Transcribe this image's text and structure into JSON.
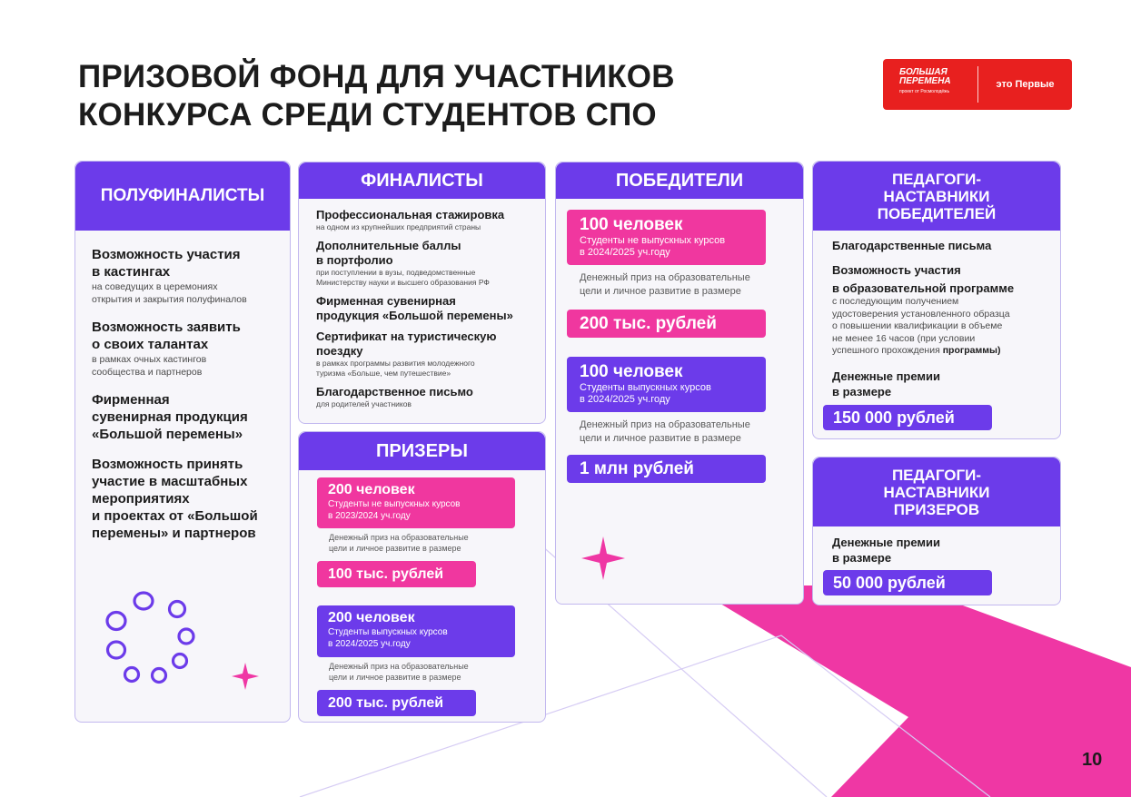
{
  "title": {
    "line1": "ПРИЗОВОЙ ФОНД ДЛЯ УЧАСТНИКОВ",
    "line2": "КОНКУРСА СРЕДИ СТУДЕНТОВ СПО"
  },
  "logo": {
    "name": "Большая перемена",
    "sub": "проект от Росмолодёжь",
    "tagline": "это Первые"
  },
  "colors": {
    "violet": "#6c3bea",
    "pink": "#f0379f",
    "brand_red": "#e8201f"
  },
  "semifinalists": {
    "header": "ПОЛУФИНАЛИСТЫ",
    "items": [
      {
        "title_lines": [
          "Возможность участия",
          "в кастингах"
        ],
        "sub_lines": [
          "на соведущих в церемониях",
          "открытия и закрытия полуфиналов"
        ]
      },
      {
        "title_lines": [
          "Возможность заявить",
          "о своих талантах"
        ],
        "sub_lines": [
          "в рамках очных кастингов",
          "сообщества и партнеров"
        ]
      },
      {
        "title_lines": [
          "Фирменная",
          "сувенирная продукция",
          "«Большой перемены»"
        ],
        "sub_lines": []
      },
      {
        "title_lines": [
          "Возможность принять",
          "участие в масштабных",
          "мероприятиях",
          "и проектах от «Большой",
          "перемены» и партнеров"
        ],
        "sub_lines": []
      }
    ]
  },
  "finalists": {
    "header": "ФИНАЛИСТЫ",
    "items": [
      {
        "title_lines": [
          "Профессиональная стажировка"
        ],
        "sub_lines": [
          "на одном из крупнейших предприятий страны"
        ]
      },
      {
        "title_lines": [
          "Дополнительные баллы",
          "в портфолио"
        ],
        "sub_lines": [
          "при поступлении в вузы, подведомственные",
          "Министерству науки и высшего образования РФ"
        ]
      },
      {
        "title_lines": [
          "Фирменная сувенирная",
          "продукция «Большой перемены»"
        ],
        "sub_lines": []
      },
      {
        "title_lines": [
          "Сертификат на туристическую",
          "поездку"
        ],
        "sub_lines": [
          "в рамках программы развития молодежного",
          "туризма «Больше, чем путешествие»"
        ]
      },
      {
        "title_lines": [
          "Благодарственное письмо"
        ],
        "sub_lines": [
          "для родителей участников"
        ]
      }
    ]
  },
  "prizers": {
    "header": "ПРИЗЕРЫ",
    "groups": [
      {
        "count": "200 человек",
        "desc_lines": [
          "Студенты не выпускных курсов",
          "в 2023/2024 уч.году"
        ],
        "prize_label_lines": [
          "Денежный приз на образовательные",
          "цели и личное развитие в размере"
        ],
        "amount": "100 тыс. рублей"
      },
      {
        "count": "200 человек",
        "desc_lines": [
          "Студенты выпускных курсов",
          "в 2024/2025 уч.году"
        ],
        "prize_label_lines": [
          "Денежный приз на образовательные",
          "цели и личное развитие в размере"
        ],
        "amount": "200 тыс. рублей"
      }
    ]
  },
  "winners": {
    "header": "ПОБЕДИТЕЛИ",
    "groups": [
      {
        "count": "100 человек",
        "desc_lines": [
          "Студенты не выпускных курсов",
          "в 2024/2025 уч.году"
        ],
        "prize_label_lines": [
          "Денежный приз на образовательные",
          "цели и личное развитие в размере"
        ],
        "amount": "200 тыс. рублей"
      },
      {
        "count": "100 человек",
        "desc_lines": [
          "Студенты выпускных курсов",
          "в 2024/2025 уч.году"
        ],
        "prize_label_lines": [
          "Денежный приз на образовательные",
          "цели и личное развитие в размере"
        ],
        "amount": "1 млн рублей"
      }
    ]
  },
  "mentors_winners": {
    "header_lines": [
      "ПЕДАГОГИ-",
      "НАСТАВНИКИ",
      "ПОБЕДИТЕЛЕЙ"
    ],
    "letters": "Благодарственные письма",
    "program_title_lines": [
      "Возможность участия",
      "в образовательной программе"
    ],
    "program_sub_lines": [
      "с последующим получением",
      "удостоверения установленного образца",
      "о повышении квалификации в объеме",
      "не менее 16 часов (при условии"
    ],
    "program_sub_last": "успешного прохождения ",
    "program_sub_bold": "программы)",
    "bonus_lines": [
      "Денежные премии",
      "в размере"
    ],
    "amount": "150 000 рублей"
  },
  "mentors_prizers": {
    "header_lines": [
      "ПЕДАГОГИ-",
      "НАСТАВНИКИ",
      "ПРИЗЕРОВ"
    ],
    "bonus_lines": [
      "Денежные премии",
      "в размере"
    ],
    "amount": "50 000 рублей"
  },
  "page_number": "10"
}
